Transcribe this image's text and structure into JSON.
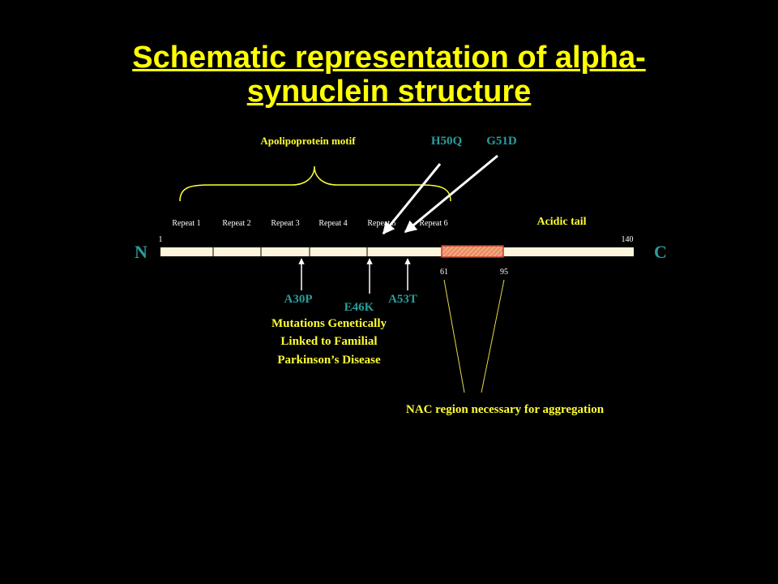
{
  "slide": {
    "title_line1": "Schematic representation of alpha-",
    "title_line2": "synuclein structure"
  },
  "diagram": {
    "apolipoprotein_label": "Apolipoprotein motif",
    "terminus_n": "N",
    "terminus_c": "C",
    "pos_start": "1",
    "pos_end": "140",
    "nac_start": "61",
    "nac_end": "95",
    "acidic_tail_label": "Acidic tail",
    "nac_label": "NAC region necessary for aggregation",
    "repeats": [
      "Repeat 1",
      "Repeat 2",
      "Repeat 3",
      "Repeat 4",
      "Repeat 5",
      "Repeat 6"
    ],
    "mutations_top": [
      "H50Q",
      "G51D"
    ],
    "mutations_bottom": [
      "A30P",
      "E46K",
      "A53T"
    ],
    "mutation_caption": [
      "Mutations Genetically",
      "Linked to Familial",
      "Parkinson’s Disease"
    ]
  },
  "colors": {
    "background": "#000000",
    "title": "#ffff00",
    "label_yellow": "#ffff33",
    "teal": "#2a9d9d",
    "bar": "#fff5dc",
    "nac_fill": "#f0a080",
    "nac_border": "#c0392b"
  }
}
